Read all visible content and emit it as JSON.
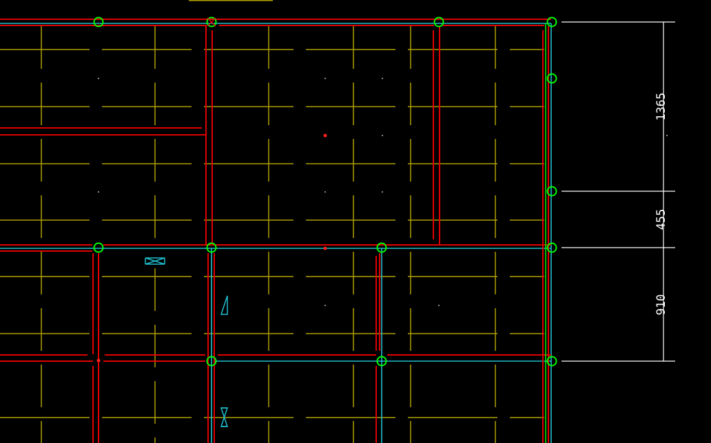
{
  "drawing": {
    "background": "#000000",
    "colors": {
      "grid": "#b0a000",
      "wall": "#e00000",
      "inner_line": "#20c0d0",
      "node": "#00ff00",
      "dimension": "#ffffff",
      "fixture": "#20c0d0"
    },
    "dimensions": [
      {
        "label": "1365",
        "value": 1365
      },
      {
        "label": "455",
        "value": 455
      },
      {
        "label": "910",
        "value": 910
      }
    ],
    "fixtures": [
      {
        "name": "window-fixture-top"
      },
      {
        "name": "door-fixture-mid"
      },
      {
        "name": "window-fixture-bottom"
      }
    ]
  }
}
